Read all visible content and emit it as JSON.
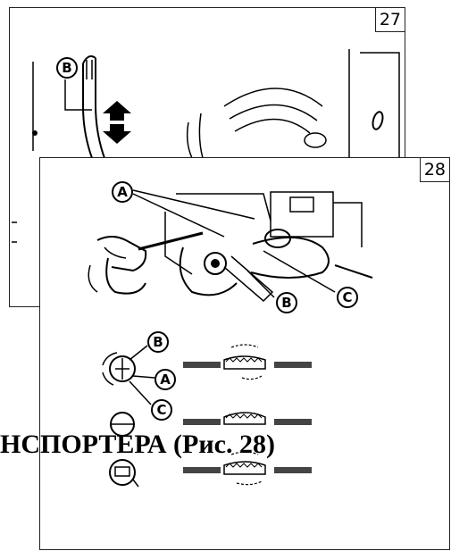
{
  "figure_top": {
    "number": "27",
    "labels": {
      "b": "B"
    }
  },
  "figure_bottom": {
    "number": "28",
    "labels": {
      "a": "A",
      "b": "B",
      "c": "C"
    },
    "adjust_labels": {
      "b": "B",
      "a": "A",
      "c": "C"
    }
  },
  "heading": "НСПОРТЕРА (Рис. 28)"
}
